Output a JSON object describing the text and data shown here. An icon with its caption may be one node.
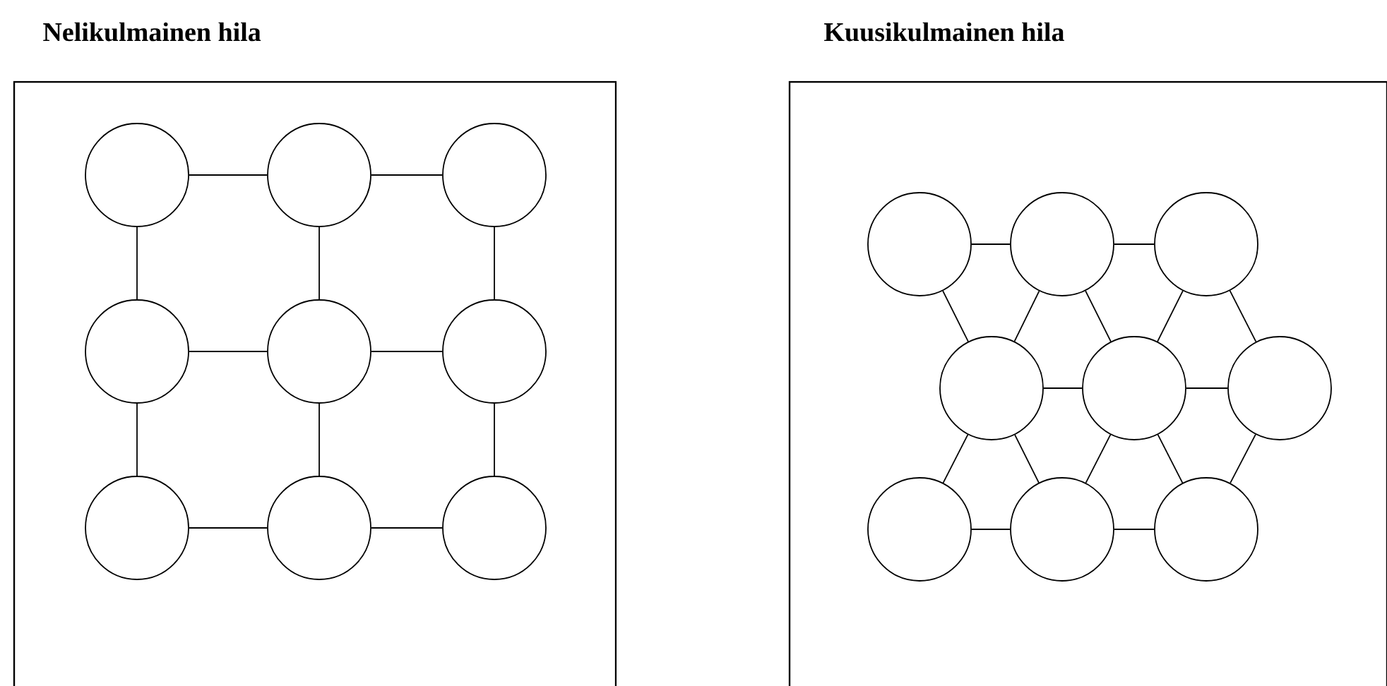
{
  "diagram": {
    "nodes": [
      {
        "text": [
          "Nelikulmainen hila"
        ]
      },
      {
        "text": [],
        "shape": "circle",
        "in": 0
      },
      {
        "text": [],
        "shape": "circle",
        "in": 0
      },
      {
        "text": [],
        "shape": "circle",
        "in": 0
      },
      {
        "text": [],
        "shape": "circle",
        "in": 0
      },
      {
        "text": [],
        "shape": "circle",
        "in": 0
      },
      {
        "text": [],
        "shape": "circle",
        "in": 0
      },
      {
        "text": [],
        "shape": "circle",
        "in": 0
      },
      {
        "text": [],
        "shape": "circle",
        "in": 0
      },
      {
        "text": [],
        "shape": "circle",
        "in": 0
      },
      {
        "text": [
          "Kuusikulmainen hila"
        ]
      },
      {
        "text": [],
        "shape": "circle",
        "in": 10
      },
      {
        "text": [],
        "shape": "circle",
        "in": 10
      },
      {
        "text": [],
        "shape": "circle",
        "in": 10
      },
      {
        "text": [],
        "shape": "circle",
        "in": 10
      },
      {
        "text": [],
        "shape": "circle",
        "in": 10
      },
      {
        "text": [],
        "shape": "circle",
        "in": 10
      },
      {
        "text": [],
        "shape": "circle",
        "in": 10
      },
      {
        "text": [],
        "shape": "circle",
        "in": 10
      },
      {
        "text": [],
        "shape": "circle",
        "in": 10
      }
    ],
    "edges": [
      {
        "from": 1,
        "to": 2,
        "arrow": "none"
      },
      {
        "from": 2,
        "to": 3,
        "arrow": "none"
      },
      {
        "from": 1,
        "to": 4,
        "arrow": "none"
      },
      {
        "from": 2,
        "to": 5,
        "arrow": "none"
      },
      {
        "from": 3,
        "to": 6,
        "arrow": "none"
      },
      {
        "from": 4,
        "to": 5,
        "arrow": "none"
      },
      {
        "from": 5,
        "to": 6,
        "arrow": "none"
      },
      {
        "from": 4,
        "to": 7,
        "arrow": "none"
      },
      {
        "from": 5,
        "to": 8,
        "arrow": "none"
      },
      {
        "from": 6,
        "to": 9,
        "arrow": "none"
      },
      {
        "from": 7,
        "to": 8,
        "arrow": "none"
      },
      {
        "from": 8,
        "to": 9,
        "arrow": "none"
      },
      {
        "from": 11,
        "to": 12,
        "arrow": "none"
      },
      {
        "from": 12,
        "to": 13,
        "arrow": "none"
      },
      {
        "from": 11,
        "to": 14,
        "arrow": "none"
      },
      {
        "from": 12,
        "to": 14,
        "arrow": "none"
      },
      {
        "from": 12,
        "to": 15,
        "arrow": "none"
      },
      {
        "from": 13,
        "to": 15,
        "arrow": "none"
      },
      {
        "from": 13,
        "to": 16,
        "arrow": "none"
      },
      {
        "from": 14,
        "to": 15,
        "arrow": "none"
      },
      {
        "from": 15,
        "to": 16,
        "arrow": "none"
      },
      {
        "from": 14,
        "to": 17,
        "arrow": "none"
      },
      {
        "from": 14,
        "to": 18,
        "arrow": "none"
      },
      {
        "from": 15,
        "to": 18,
        "arrow": "none"
      },
      {
        "from": 15,
        "to": 19,
        "arrow": "none"
      },
      {
        "from": 16,
        "to": 19,
        "arrow": "none"
      },
      {
        "from": 17,
        "to": 18,
        "arrow": "none"
      },
      {
        "from": 18,
        "to": 19,
        "arrow": "none"
      }
    ]
  }
}
